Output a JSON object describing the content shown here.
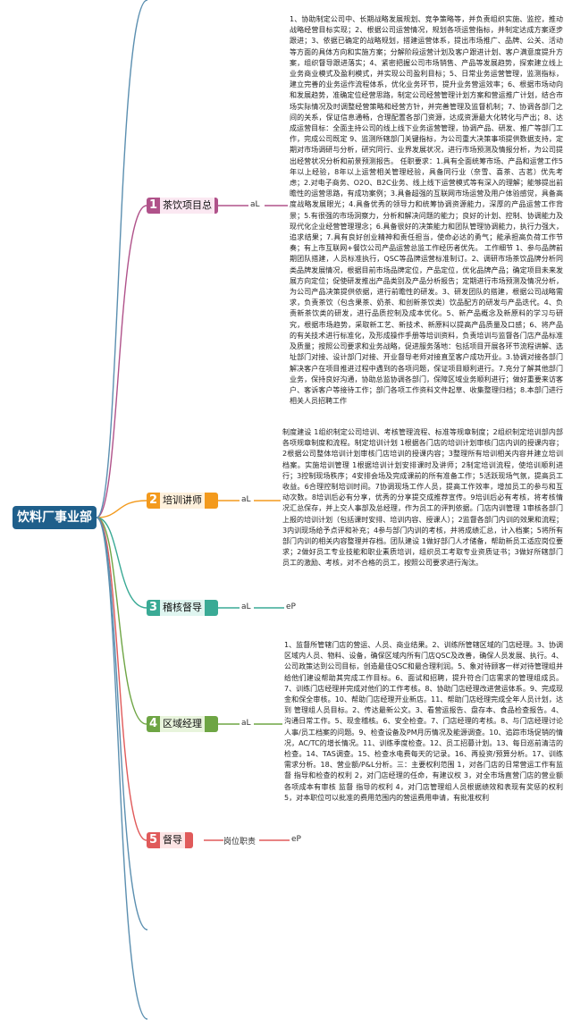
{
  "root": {
    "label": "饮料厂事业部"
  },
  "branches": [
    {
      "num": "1",
      "label": "茶饮项目总",
      "sub": "aL",
      "color": "#b0528a",
      "text": "1、协助制定公司中、长期战略发展规划、竞争策略等，并负责组织实施、监控，推动战略经营目标实现；2、根据公司运营情况，规划各项运营指标，并制定达成方案逐步跟进；3、依据已确定的战略规划，搭建运营体系，提出市场推广、品牌、公关、活动等方面的具体方向和实施方案；分解阶段运营计划及客户跟进计划、客户满意度提升方案，组织督导跟进落实；4、紧密把握公司市场销售、产品等发展趋势，探索建立线上业务商业模式及盈利模式，并实现公司盈利目标；5、日常业务运营管理，监测指标，建立完善的业务运作流程体系，优化业务环节，提升业务营运效率；6、根据市场动向和发展趋势，准确定位经营思路，制定公司经营管理计划方案和营运推广计划，结合市场实际情况及时调整经营策略和经营方针，并完善管理及监督机制；7、协调各部门之间的关系，保证信息通畅，合理配置各部门资源，达成资源最大化转化与产出；8、达成运营目标：全面主持公司的线上线下业务运营管理，协调产品、研发、推广等部门工作，完成公司既定 9、监测所辖部门关键指标，为公司重大决策事项提供数据支持，定期对市场调研与分析，研究同行、业界发展状况，进行市场预测及情报分析，为公司提出经营状况分析和前景预测报告。 任职要求：1.具有全面统筹市场、产品和运营工作5年以上经验，8年以上运营相关管理经验，具备同行业（奈雪、喜茶、古茗）优先考虑；2.对电子商务、O2O、B2C业务、线上线下运营模式等有深入的理解；能够提出前瞻性的运营思路，有成功案例；3.具备超强的互联网市场运营及用户体验感觉，具备高度战略发展眼光；4.具备优秀的领导力和统筹协调资源能力，深厚的产品运营工作背景；5.有很强的市场洞察力，分析和解决问题的能力；良好的计划、控制、协调能力及现代化企业经营管理理念；6.具备很好的决策能力和团队管理协调能力，执行力强大，追求结果；7.具有良好创业精神和责任担当，使命必达的勇气；能承担高负荷工作节奏；有上市互联网+餐饮公司产品运营总监工作经历者优先。 工作细节 1、参与品牌前期团队搭建，人员标准执行，QSC等品牌运营标准制订。2、调研市场茶饮品牌分析同类品牌发展情况，根据目前市场品牌定位，产品定位，优化品牌产品；确定项目未来发展方向定位；促使研发推出产品类别及产品分析报告；定期进行市场预测及情况分析，为公司产品决策提供依据，进行前瞻性的研发。3、研发团队的搭建，根据公司战略需求，负责茶饮（包含果茶、奶茶、和创新茶饮类）饮品配方的研发与产品迭代。4、负责新茶饮类的研发，进行品质控制及成本优化。5、新产品概念及新原料的学习与研究，根据市场趋势，采取新工艺、新技术、新原料以提高产品质量及口感；6、将产品的有关技术进行标准化，及形成操作手册等培训资料，负责培训与监督各门店产品标准及质量；按照公司要求和业务战略，促进服务落地：包括项目开展各环节流程讲解、选址部门对接、设计部门对接、开业督导老师对接直至客户成功开业。3.协调对接各部门解决客户在项目推进过程中遇到的各项问题，保证项目顺利进行。7.充分了解其他部门业务，保持良好沟通，协助总监协调各部门，保障区域业务顺利进行；做好重要来访客户、客诉客户等接待工作；部门各项工作资料文件起草、收集整理归档；8.本部门进行相关人员招聘工作"
    },
    {
      "num": "2",
      "label": "培训讲师",
      "sub": "aL",
      "color": "#f39a1d",
      "text": "制度建设 1组织制定公司培训、考核管理流程、标准等规章制度；2组织制定培训部内部各项规章制度和流程。制定培训计划 1根据各门店的培训计划审核门店内训的授课内容；2根据公司整体培训计划审核门店培训的授课内容；3整理所有培训相关内容并建立培训档案。实施培训管理 1根据培训计划安排课时及讲师；2制定培训流程，使培训顺利进行；3控制现场秩序；4安排会场及完成课前的所有准备工作；5活跃现场气氛，提高员工收益。6合理控制培训时间。7协调现场工作人员，提高工作效率，增加员工的参与和互动次数。8培训后必有分享，优秀的分享提交成推荐宣传。9培训后必有考核，将考核情况汇总保存，并上交人事部及总经理，作为员工的评判依据。门店内训管理 1审核各部门上报的培训计划（包括课时安排、培训内容、授课人）；2监督各部门内训的效果和流程；3内训现场给予点评和补充；4参与部门内训的考核，并将成绩汇总，计入档案；5将所有部门内训的相关内容整理并存档。团队建设 1做好部门人才储备，帮助新员工适应岗位要求；2做好员工专业技能和职业素质培训，组织员工考取专业资质证书；3做好所辖部门员工的激励、考核，对不合格的员工，按照公司要求进行淘汰。"
    },
    {
      "num": "3",
      "label": "稽核督导",
      "sub": "aL",
      "sub2": "eP",
      "color": "#3aaa95",
      "text": ""
    },
    {
      "num": "4",
      "label": "区域经理",
      "sub": "aL",
      "color": "#6ea544",
      "text": "1、监督所管辖门店的营运、人员、商业结果。2、训练所管辖区域的门店经理。3、协调区域内人员、物料、设备，确保区域内所有门店QSC及改善，确保人员发展、执行。4、公司政策达到公司目标，创造最佳QSC和最合理利润。5、象对待顾客一样对待管理组并给他们建设帮助其完成工作目标。6、面试和招聘，提升符合门店需求的管理组成员。7、训练门店经理并完成对他们的工作考核。8、协助门店经理改进营运体系。9、完成现金和保全审核。10、帮助门店经理开业新店。11、帮助门店经理完成全年人员计划，达到 管理组人员目标。2、传达最新公文。3、看营运报告、盘存本、食品检查报告。4、沟通日常工作。5、现金稽核。6、安全检查。7、门店经理的考核。8、与门店经理讨论人事/员工档案的问题。9、检查设备及PM月历情况及能源调查。10、追踪市场促销的情况，AC/TC的增长情况。11、训练季度检查。12、员工招募计划。13、每日巡前清洁的检查。14、TAS调查。15、检查水电费每天的记录。16、再投资/预算分析。17、训练需求分析。18、营业额/P&L分析。三：主要权利范围 1，对各门店的日常营运工作有监督 指导和检查的权利 2，对门店经理的任命，有建议权 3，对全市场直营门店的营业额 各项成本有审核 监督 指导的权利 4，对门店管理组人员根据绩效和表现有奖惩的权利 5，对本职位可以批准的费用范围内的营运费用申请，有批准权利"
    },
    {
      "num": "5",
      "label": "督导",
      "sub": "岗位职责",
      "sub2": "eP",
      "color": "#e05a5a",
      "text": ""
    }
  ]
}
